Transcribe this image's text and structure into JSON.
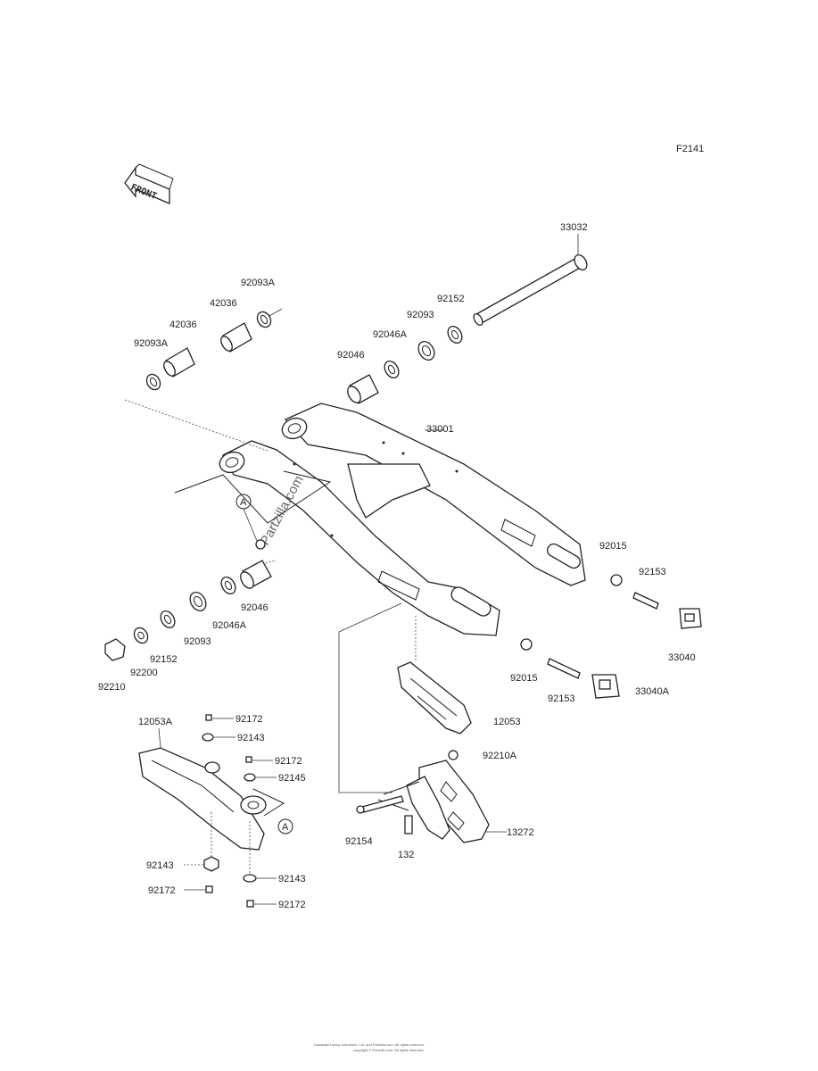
{
  "figure_code": "F2141",
  "front_label": "FRONT",
  "watermark": "Partzilla.com",
  "reference_marker": "A",
  "footer_line1": "Kawasaki Heavy Industries, Ltd. and Partzilla.com. All rights reserved.",
  "footer_line2": "copyright © Partzilla.com. All rights reserved.",
  "parts": {
    "p33032": "33032",
    "p92093A_top": "92093A",
    "p42036_b": "42036",
    "p42036_a": "42036",
    "p92093A_left": "92093A",
    "p92152_top": "92152",
    "p92093_top": "92093",
    "p92046A_top": "92046A",
    "p92046_top": "92046",
    "p33001": "33001",
    "p92015_right": "92015",
    "p92153_right": "92153",
    "p33040": "33040",
    "p92046_bot": "92046",
    "p92046A_bot": "92046A",
    "p92093_bot": "92093",
    "p92152_bot": "92152",
    "p92200": "92200",
    "p92210": "92210",
    "p92015_mid": "92015",
    "p92153_mid": "92153",
    "p33040A": "33040A",
    "p12053": "12053",
    "p12053A": "12053A",
    "p92172_a": "92172",
    "p92143_a": "92143",
    "p92172_b": "92172",
    "p92145": "92145",
    "p92143_b": "92143",
    "p92143_c": "92143",
    "p92172_c": "92172",
    "p92172_d": "92172",
    "p92210A": "92210A",
    "p13272": "13272",
    "p92154": "92154",
    "p132": "132"
  }
}
